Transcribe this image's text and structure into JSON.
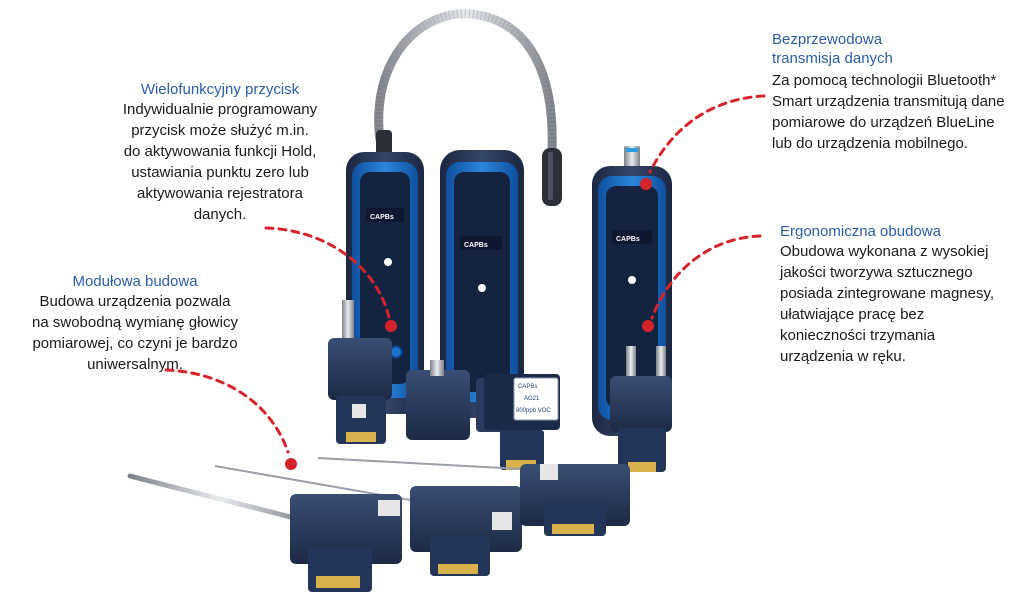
{
  "colors": {
    "heading": "#2a5ea8",
    "body": "#1a1a1a",
    "accent": "#d4232b",
    "device_blue": "#1e72c8",
    "device_dark": "#253552"
  },
  "callouts": {
    "button": {
      "title": "Wielofunkcyjny przycisk",
      "lines": [
        "Indywidualnie programowany",
        "przycisk może służyć m.in.",
        "do aktywowania funkcji Hold,",
        "ustawiania punktu zero lub",
        "aktywowania rejestratora",
        "danych."
      ]
    },
    "modular": {
      "title": "Modułowa budowa",
      "lines": [
        "Budowa urządzenia pozwala",
        "na swobodną wymianę głowicy",
        "pomiarowej, co czyni je bardzo",
        "uniwersalnym."
      ]
    },
    "wireless": {
      "title_lines": [
        "Bezprzewodowa",
        "transmisja danych"
      ],
      "lines": [
        "Za pomocą technologii Bluetooth*",
        "Smart urządzenia transmitują dane",
        "pomiarowe do urządzeń BlueLine",
        "lub do urządzenia mobilnego."
      ]
    },
    "housing": {
      "title": "Ergonomiczna obudowa",
      "lines": [
        "Obudowa wykonana z wysokiej",
        "jakości tworzywa sztucznego",
        "posiada zintegrowane magnesy,",
        "ułatwiające pracę bez",
        "konieczności trzymania",
        "urządzenia w ręku."
      ]
    }
  },
  "device": {
    "brand_label": "CAPBs",
    "sensor_label": "CAPBs",
    "sensor_code": "AG21",
    "sensor_range": "800ppb VOC"
  }
}
